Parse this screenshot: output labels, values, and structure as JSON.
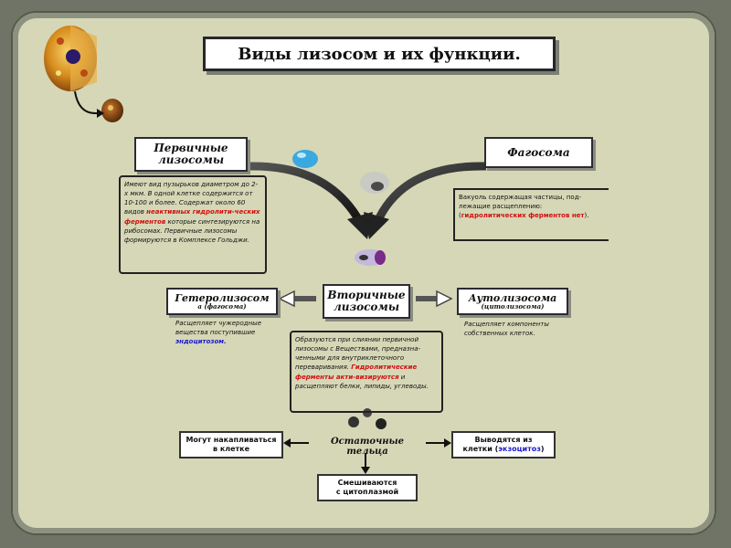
{
  "title": "Виды лизосом и их функции.",
  "nodes": {
    "primary": {
      "line1": "Первичные",
      "line2": "лизосомы"
    },
    "phagosome": {
      "label": "Фагосома"
    },
    "secondary": {
      "line1": "Вторичные",
      "line2": "лизосомы"
    },
    "heterolysosome": {
      "label": "Гетеролизосом",
      "sub": "а (фагосома)"
    },
    "autolysosome": {
      "label": "Аутолизосома",
      "sub": "(цитолизосома)"
    },
    "residual": {
      "label": "Остаточные тельца"
    },
    "accumulate": {
      "line1": "Могут накапливаться",
      "line2": "в клетке"
    },
    "exported": {
      "line1": "Выводятся из",
      "line2_pre": "клетки (",
      "line2_blue": "экзоцитоз",
      "line2_post": ")"
    },
    "mix": {
      "line1": "Смешиваются",
      "line2": "с цитоплазмой"
    }
  },
  "descriptions": {
    "primary": {
      "text1": "Имеют вид пузырьков диаметром до 2-х мкм. В одной клетке содержится от 10-100 и более. Содержат около 60 видов",
      "red": "неактивных гидролити-ческих ферментов",
      "text2": "которые синтезируются на рибосомах. Первичные лизосомы формируются в Комплексе Гольджи."
    },
    "phagosome": {
      "text1": "Вакуоль содержащая частицы, под-лежащие расщеплению: (",
      "red": "гидролитических ферментов нет",
      "text2": ")."
    },
    "heterolysosome": {
      "text1": "Расщепляет чужеродные вещества поступившие",
      "blue": "эндоцитозом."
    },
    "autolysosome": {
      "text1": "Расщепляет компоненты собственных клеток."
    },
    "secondary": {
      "text1": "Образуются при слиянии первичной лизосомы с Веществами, предназна-ченными для внутриклеточного переваривания.",
      "red": "Гидролитические ферменты акти-визируются",
      "text2": "и расщепляют белки, липиды, углеводы."
    }
  },
  "colors": {
    "background": "#6f7466",
    "panel": "#d6d7b6",
    "highlight_red": "#d01010",
    "highlight_blue": "#1b1bd0"
  }
}
